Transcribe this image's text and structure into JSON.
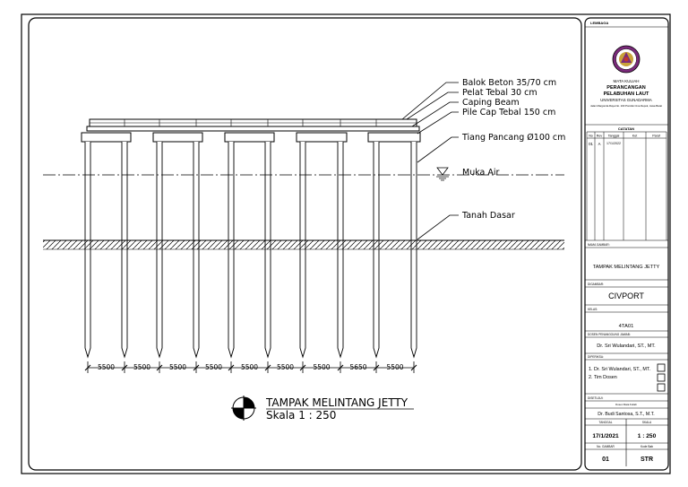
{
  "drawing": {
    "labels": {
      "balok": "Balok Beton 35/70 cm",
      "pelat": "Pelat Tebal 30 cm",
      "caping": "Caping Beam",
      "pilecap": "Pile Cap Tebal 150 cm",
      "tiang": "Tiang Pancang Ø100 cm",
      "muka_air": "Muka Air",
      "tanah": "Tanah Dasar"
    },
    "spacings": [
      "5500",
      "5500",
      "5500",
      "5500",
      "5500",
      "5500",
      "5500",
      "5650",
      "5500"
    ],
    "title": "TAMPAK MELINTANG JETTY",
    "scale": "Skala 1 : 250"
  },
  "title_block": {
    "lembaga_label": "LEMBAGA",
    "institution_line1": "MATA KULIAH",
    "institution_line2": "PERANCANGAN",
    "institution_line3": "PELABUHAN LAUT",
    "institution_line4": "UNIVERSITAS GUNADARMA",
    "address": "Jalan Margonda Raya No. 100 Pondok Cina Depok, Jawa Barat",
    "catatan_label": "CATATAN",
    "notes_headers": [
      "No",
      "Rev",
      "Tanggal",
      "Ket",
      "Paraf"
    ],
    "notes_row": [
      "01",
      "A",
      "17/1/2022",
      "",
      ""
    ],
    "nama_gambar_label": "NAMA GAMBAR:",
    "nama_gambar": "TAMPAK MELINTANG JETTY",
    "digambar_label": "DIGAMBAR:",
    "digambar": "CIVPORT",
    "kelas_label": "KELAS:",
    "kelas": "4TA01",
    "dosen_label": "DOSEN PENANGGUNG JAWAB:",
    "dosen": "Dr. Sri Wulandari, ST., MT.",
    "diperiksa_label": "DIPERIKSA:",
    "diperiksa": [
      "1. Dr. Sri Wulandari, ST., MT.",
      "2. Tim Dosen"
    ],
    "disetujui_label": "DISETUJUI:",
    "disetujui_role": "Dosen Mata Kuliah",
    "disetujui": "Dr. Budi Santosa, S.T., M.T.",
    "tanggal_label": "TANGGAL",
    "skala_label": "SKALA",
    "tanggal": "17/1/2021",
    "skala": "1 : 250",
    "no_gambar_label": "No. GAMBAR",
    "kode_label": "Kode Bab",
    "no_gambar": "01",
    "kode": "STR"
  }
}
